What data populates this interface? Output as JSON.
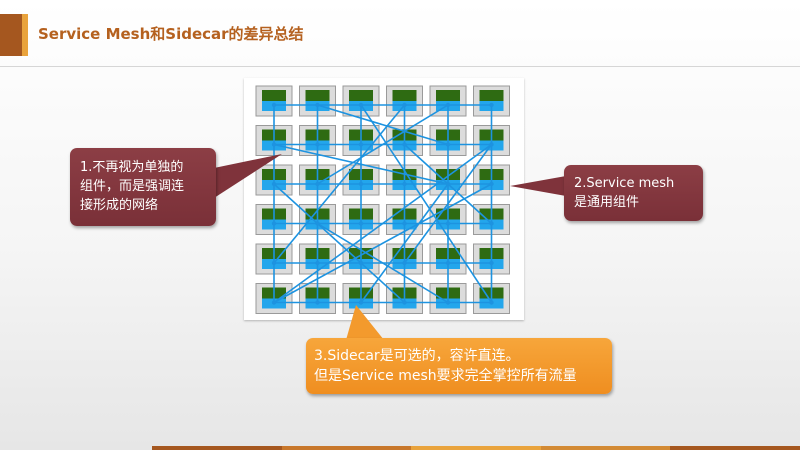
{
  "slide": {
    "title": "Service Mesh和Sidecar的差异总结"
  },
  "callouts": {
    "one": {
      "lines": [
        "1.不再视为单独的",
        "组件，而是强调连",
        "接形成的网络"
      ]
    },
    "two": {
      "lines": [
        "2.Service mesh",
        "是通用组件"
      ]
    },
    "three": {
      "lines": [
        "3.Sidecar是可选的，容许直连。",
        "但是Service mesh要求完全掌控所有流量"
      ]
    }
  },
  "diagram": {
    "rows": 6,
    "cols": 6,
    "colors": {
      "cell_border": "#9a9a9a",
      "cell_fill": "#dcdcdc",
      "service": "#2e6b12",
      "sidecar": "#23a6ec",
      "link": "#1d93e0"
    }
  },
  "colors": {
    "title": "#b5611f",
    "accent_dark": "#a5571f",
    "accent_light": "#e9a33c",
    "callout_red": "#823740",
    "callout_orange": "#f39a2d"
  }
}
